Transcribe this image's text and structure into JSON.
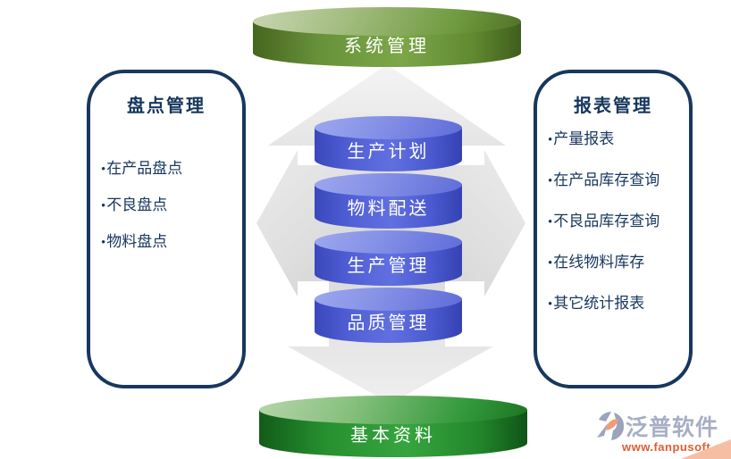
{
  "diagram": {
    "top_cylinder": {
      "label": "系统管理"
    },
    "bottom_cylinder": {
      "label": "基本资料"
    },
    "core_stack": {
      "items": [
        {
          "label": "生产计划"
        },
        {
          "label": "物料配送"
        },
        {
          "label": "生产管理"
        },
        {
          "label": "品质管理"
        }
      ]
    },
    "left_panel": {
      "title": "盘点管理",
      "bullet": "•",
      "items": [
        {
          "label": "在产品盘点"
        },
        {
          "label": "不良盘点"
        },
        {
          "label": "物料盘点"
        }
      ]
    },
    "right_panel": {
      "title": "报表管理",
      "bullet": "•",
      "items": [
        {
          "label": "产量报表"
        },
        {
          "label": "在产品库存查询"
        },
        {
          "label": "不良品库存查询"
        },
        {
          "label": "在线物料库存"
        },
        {
          "label": "其它统计报表"
        }
      ]
    },
    "watermark": {
      "brand": "泛普软件",
      "url": "www.fanpusoft.com"
    },
    "colors": {
      "panel_border": "#17375e",
      "panel_text": "#17375e",
      "core_cylinder_blue": "#5160d5",
      "top_cylinder_green": "#6f9a3e",
      "bottom_cylinder_green": "#2c9634",
      "arrow_gray": "#d9d9d9",
      "brand_gray": "#a7aec5",
      "brand_url_orange": "#e25b33"
    }
  }
}
